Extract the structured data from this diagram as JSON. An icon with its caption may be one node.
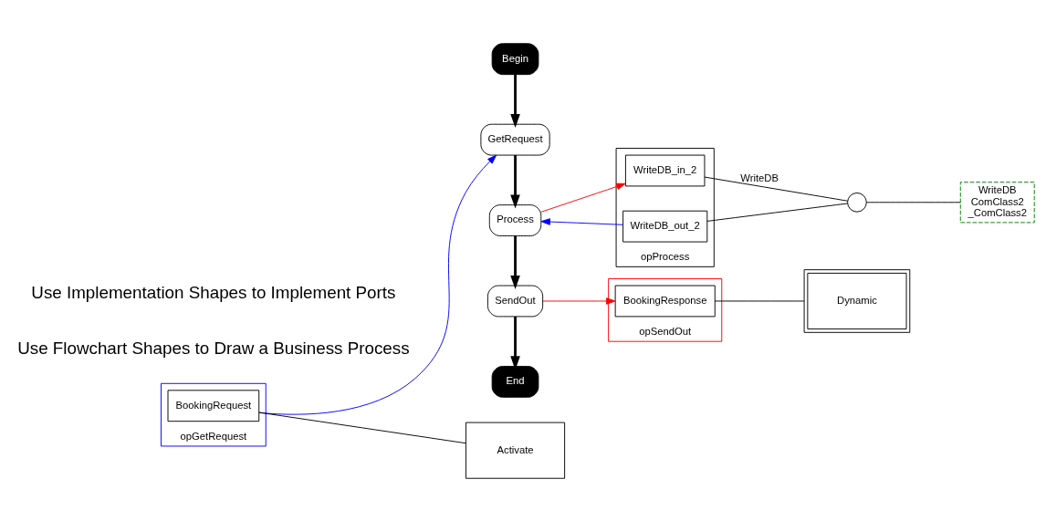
{
  "diagram": {
    "nodes": [
      {
        "text": [
          "Begin"
        ]
      },
      {
        "text": [
          "GetRequest"
        ]
      },
      {
        "text": [
          "Process"
        ]
      },
      {
        "text": [
          "SendOut"
        ]
      },
      {
        "text": [
          "End"
        ]
      },
      {
        "text": [
          "opGetRequest"
        ]
      },
      {
        "text": [
          "BookingRequest"
        ],
        "in": 5
      },
      {
        "text": [
          "opProcess"
        ]
      },
      {
        "text": [
          "WriteDB_in_2"
        ],
        "in": 7
      },
      {
        "text": [
          "WriteDB_out_2"
        ],
        "in": 7
      },
      {
        "text": [
          "opSendOut"
        ]
      },
      {
        "text": [
          "BookingResponse"
        ],
        "in": 10
      },
      {
        "text": [
          "Activate"
        ]
      },
      {
        "text": [],
        "shape": "circle"
      },
      {
        "text": [
          "WriteDB",
          "ComClass2",
          "_ComClass2"
        ]
      },
      {
        "text": [
          "Dynamic"
        ]
      }
    ],
    "edges": [
      {
        "from": 0,
        "to": 1,
        "arrow": "to",
        "style": "thick"
      },
      {
        "from": 1,
        "to": 2,
        "arrow": "to",
        "style": "thick"
      },
      {
        "from": 2,
        "to": 3,
        "arrow": "to",
        "style": "thick"
      },
      {
        "from": 3,
        "to": 4,
        "arrow": "to",
        "style": "thick"
      },
      {
        "from": 6,
        "to": 1,
        "arrow": "to",
        "color": "#0000ff"
      },
      {
        "from": 2,
        "to": 8,
        "arrow": "to",
        "color": "#ff0000"
      },
      {
        "from": 9,
        "to": 2,
        "arrow": "to",
        "color": "#0000ff"
      },
      {
        "from": 3,
        "to": 11,
        "arrow": "to",
        "color": "#ff0000"
      },
      {
        "from": 6,
        "to": 12,
        "arrow": "none"
      },
      {
        "from": 8,
        "to": 13,
        "arrow": "none",
        "label": "WriteDB"
      },
      {
        "from": 9,
        "to": 13,
        "arrow": "none"
      },
      {
        "from": 13,
        "to": 14,
        "arrow": "none"
      },
      {
        "from": 11,
        "to": 15,
        "arrow": "none"
      }
    ],
    "labels": [
      "Use Flowchart Shapes to Draw a Business Process",
      "Use Implementation Shapes to Implement Ports"
    ]
  }
}
